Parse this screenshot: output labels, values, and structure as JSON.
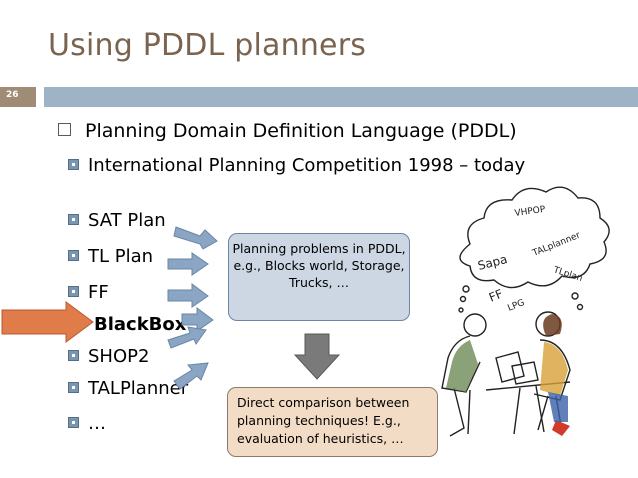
{
  "slide": {
    "title": "Using PDDL planners",
    "number": "26"
  },
  "bullets": {
    "main": "Planning Domain Definition Language (PDDL)",
    "competition": "International Planning Competition 1998 – today",
    "planners": [
      "SAT Plan",
      "TL Plan",
      "FF",
      "BlackBox",
      "SHOP2",
      "TALPlanner",
      "…"
    ]
  },
  "callouts": {
    "problems": "Planning problems in PDDL, e.g., Blocks world, Storage, Trucks, …",
    "comparison": "Direct comparison between planning techniques! E.g., evaluation of heuristics, …"
  },
  "illustration": {
    "thought_labels": [
      "VHPOP",
      "Sapa",
      "TALplanner",
      "TLplan",
      "FF",
      "LPG"
    ]
  },
  "colors": {
    "title": "#7a6450",
    "bar_left": "#a08c74",
    "bar_right": "#9eb4c6",
    "arrow_blue": "#8ba5c4",
    "arrow_orange": "#e07b4a",
    "arrow_gray": "#7a7a7a",
    "callout_blue": "#ccd7e3",
    "callout_peach": "#f3dcc6"
  }
}
